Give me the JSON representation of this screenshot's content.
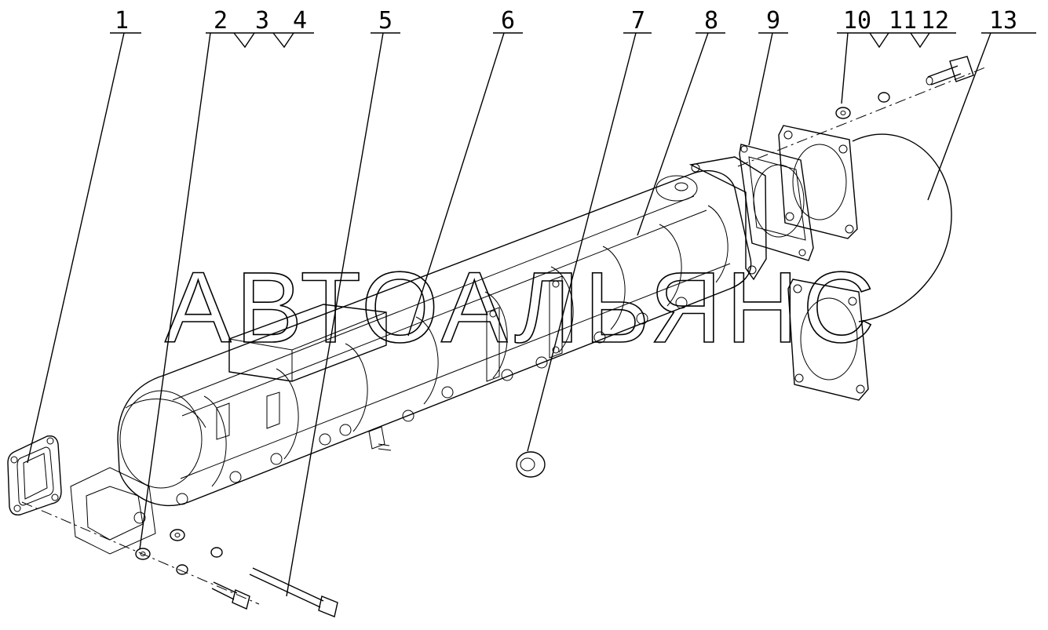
{
  "callouts": [
    {
      "id": "1",
      "label": "1"
    },
    {
      "id": "2",
      "label": "2"
    },
    {
      "id": "3",
      "label": "3"
    },
    {
      "id": "4",
      "label": "4"
    },
    {
      "id": "5",
      "label": "5"
    },
    {
      "id": "6",
      "label": "6"
    },
    {
      "id": "7",
      "label": "7"
    },
    {
      "id": "8",
      "label": "8"
    },
    {
      "id": "9",
      "label": "9"
    },
    {
      "id": "10",
      "label": "10"
    },
    {
      "id": "11",
      "label": "11"
    },
    {
      "id": "12",
      "label": "12"
    },
    {
      "id": "13",
      "label": "13"
    }
  ],
  "watermark": {
    "text": "АВТОАЛЬЯНС"
  }
}
